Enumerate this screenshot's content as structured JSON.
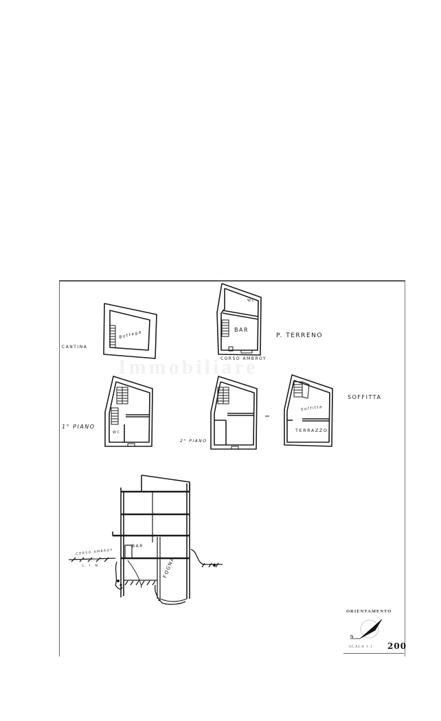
{
  "document": {
    "caption": "· · · · · · · · ·",
    "watermark": "Immobiliare"
  },
  "plans": {
    "cantina": {
      "level_label": "CANTINA",
      "room_label": "Bottega"
    },
    "piano_terreno": {
      "level_label": "P. TERRENO",
      "room_label": "BAR",
      "wc_label": "WC",
      "street_label": "CORSO AMBROY"
    },
    "primo_piano": {
      "level_label": "1° PIANO",
      "wc_label": "WC"
    },
    "secondo_piano": {
      "level_label": "2° PIANO"
    },
    "soffitta": {
      "level_label": "SOFFITTA",
      "room_label": "Soffitta",
      "terrace_label": "TERRAZZO"
    }
  },
  "section": {
    "bar_label": "BAR",
    "cellar_label": "FOGNA",
    "street_label": "CORSO AMBROY",
    "street_sub_label": "L. I. N."
  },
  "legend": {
    "orientation_title": "ORIENTAMENTO",
    "north_mark": "N",
    "scale_label": "SCALA 1:1",
    "scale_value": "200"
  }
}
